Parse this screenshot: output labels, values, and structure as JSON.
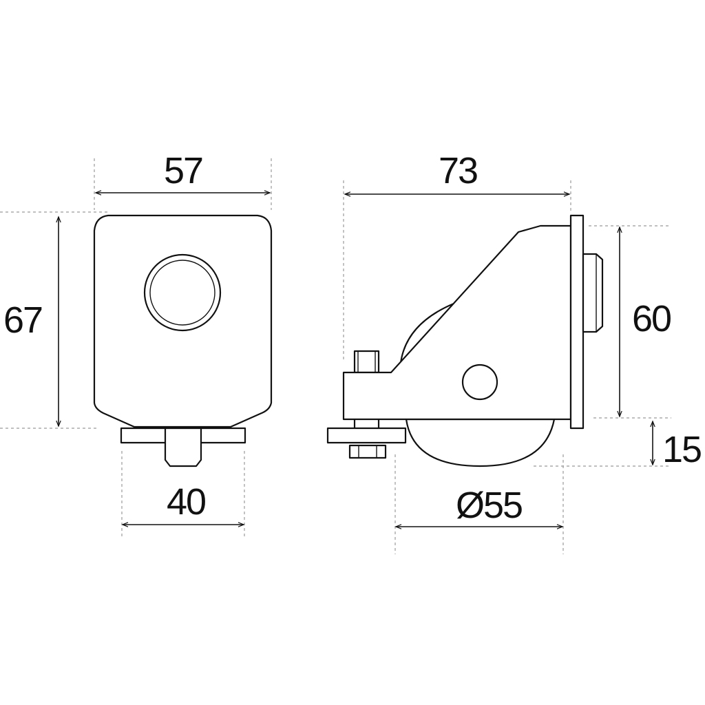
{
  "dimensions": {
    "front_width": "57",
    "front_height": "67",
    "base_width": "40",
    "side_length": "73",
    "plate_height": "60",
    "wheel_offset": "15",
    "wheel_diameter": "Ø55"
  },
  "colors": {
    "line": "#111111",
    "extension": "#999999",
    "background": "#ffffff"
  }
}
